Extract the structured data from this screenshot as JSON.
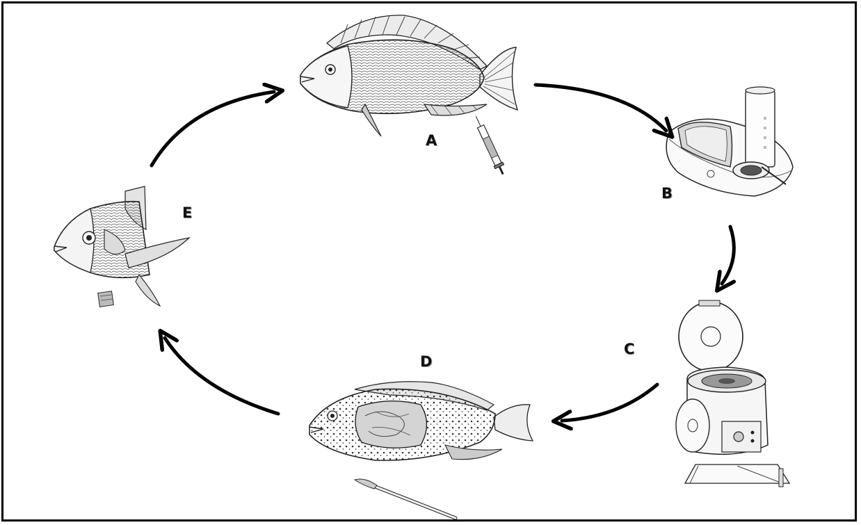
{
  "colors": {
    "border": "#000000",
    "ink": "#222222",
    "arrow": "#000000",
    "background": "#ffffff"
  },
  "stages": [
    {
      "label": "A",
      "icon": "tilapia-with-syringe-icon"
    },
    {
      "label": "B",
      "icon": "glucometer-analyzer-icon"
    },
    {
      "label": "C",
      "icon": "centrifuge-icon"
    },
    {
      "label": "D",
      "icon": "dissected-fish-with-scalpel-icon"
    },
    {
      "label": "E",
      "icon": "fish-with-scale-sample-icon"
    }
  ]
}
